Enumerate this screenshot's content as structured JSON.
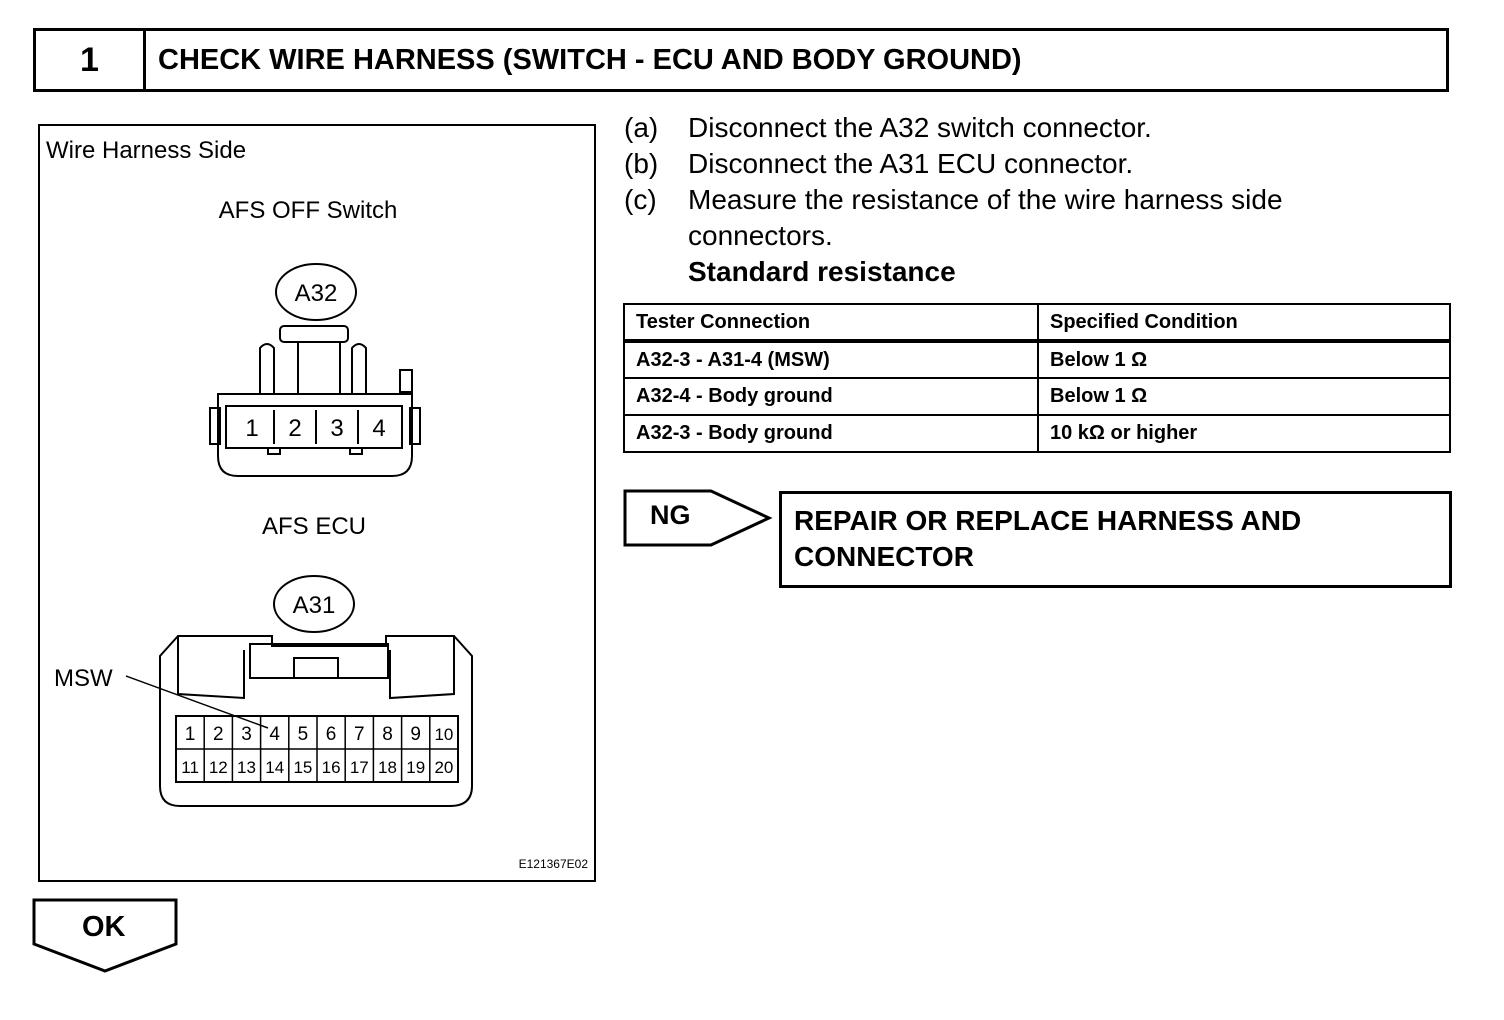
{
  "header": {
    "step_number": "1",
    "title": "CHECK WIRE HARNESS (SWITCH - ECU AND BODY GROUND)"
  },
  "figure": {
    "side_label": "Wire Harness Side",
    "switch_title": "AFS OFF Switch",
    "switch_connector": "A32",
    "switch_pins": [
      "1",
      "2",
      "3",
      "4"
    ],
    "ecu_title": "AFS ECU",
    "ecu_connector": "A31",
    "ecu_pins_top": [
      "1",
      "2",
      "3",
      "4",
      "5",
      "6",
      "7",
      "8",
      "9",
      "10"
    ],
    "ecu_pins_bottom": [
      "11",
      "12",
      "13",
      "14",
      "15",
      "16",
      "17",
      "18",
      "19",
      "20"
    ],
    "msw_label": "MSW",
    "figure_code": "E121367E02"
  },
  "procedure": {
    "steps": [
      {
        "letter": "(a)",
        "text": "Disconnect the A32 switch connector."
      },
      {
        "letter": "(b)",
        "text": "Disconnect the A31 ECU connector."
      },
      {
        "letter": "(c)",
        "text": "Measure the resistance of the wire harness side connectors."
      }
    ],
    "standard_label": "Standard resistance"
  },
  "spec_table": {
    "headers": [
      "Tester Connection",
      "Specified Condition"
    ],
    "rows": [
      [
        "A32-3 - A31-4 (MSW)",
        "Below 1 Ω"
      ],
      [
        "A32-4 - Body ground",
        "Below 1 Ω"
      ],
      [
        "A32-3 - Body ground",
        "10 kΩ or higher"
      ]
    ]
  },
  "result_ng": {
    "label": "NG",
    "action": "REPAIR OR REPLACE HARNESS AND CONNECTOR"
  },
  "result_ok": {
    "label": "OK"
  }
}
